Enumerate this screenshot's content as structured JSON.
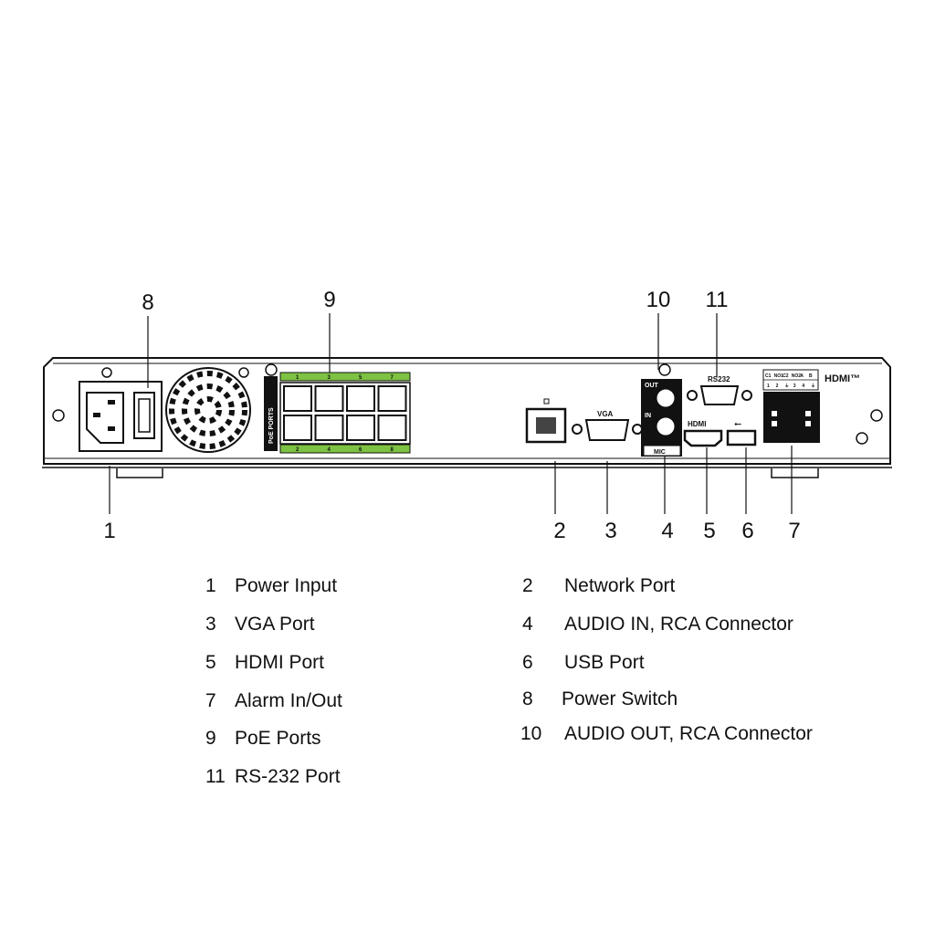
{
  "callouts": [
    "1",
    "2",
    "3",
    "4",
    "5",
    "6",
    "7",
    "8",
    "9",
    "10",
    "11"
  ],
  "legend": [
    {
      "num": "1",
      "label": "Power Input"
    },
    {
      "num": "2",
      "label": "Network Port"
    },
    {
      "num": "3",
      "label": "VGA Port"
    },
    {
      "num": "4",
      "label": "AUDIO IN, RCA Connector"
    },
    {
      "num": "5",
      "label": "HDMI Port"
    },
    {
      "num": "6",
      "label": "USB Port"
    },
    {
      "num": "7",
      "label": "Alarm In/Out"
    },
    {
      "num": "8",
      "label": "Power Switch"
    },
    {
      "num": "9",
      "label": "PoE Ports"
    },
    {
      "num": "10",
      "label": "AUDIO OUT, RCA Connector"
    },
    {
      "num": "11",
      "label": "RS-232 Port"
    }
  ],
  "panel": {
    "poe_label": "PoE PORTS",
    "poe_top": [
      "1",
      "3",
      "5",
      "7"
    ],
    "poe_bottom": [
      "2",
      "4",
      "6",
      "8"
    ],
    "vga_label": "VGA",
    "audio_out_label": "OUT",
    "audio_in_label": "IN",
    "mic_label": "MIC",
    "rs232_label": "RS232",
    "hdmi_port_label": "HDMI",
    "hdmi_logo": "HDMI™",
    "alarm_top": [
      "C1",
      "NO1",
      "C2",
      "NO2",
      "A",
      "B"
    ],
    "alarm_bottom": [
      "1",
      "2",
      "⏚",
      "3",
      "4",
      "⏚"
    ]
  },
  "colors": {
    "poe_green": "#7dc242",
    "ink": "#111111"
  }
}
